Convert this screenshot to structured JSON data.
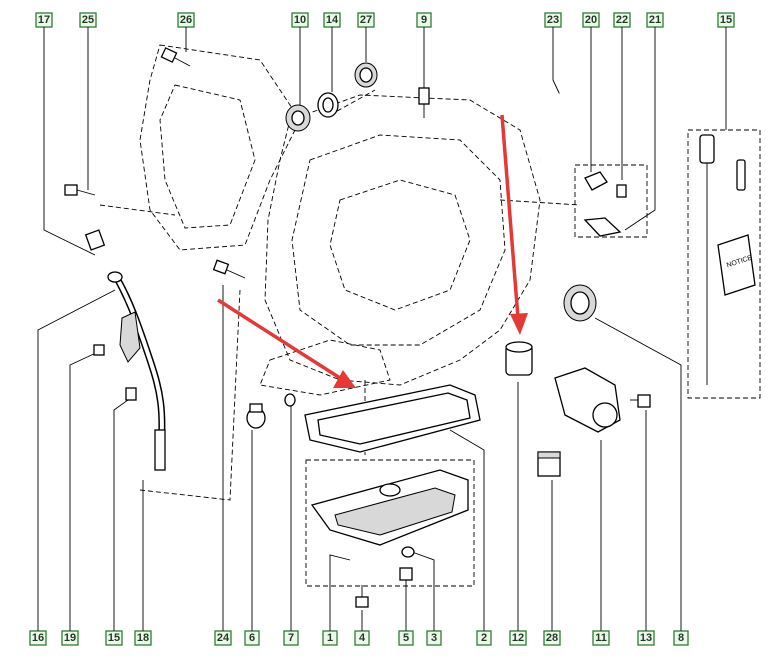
{
  "top_tags": [
    "17",
    "25",
    "26",
    "10",
    "14",
    "27",
    "9",
    "23",
    "20",
    "22",
    "21",
    "15"
  ],
  "bottom_tags": [
    "16",
    "19",
    "15",
    "18",
    "24",
    "6",
    "7",
    "1",
    "4",
    "5",
    "3",
    "2",
    "12",
    "28",
    "11",
    "13",
    "8"
  ],
  "manual_text": "NOTICE",
  "colors": {
    "tag_border": "#2e7d32",
    "tag_fill": "#eef7ee",
    "arrow": "#e53935"
  }
}
